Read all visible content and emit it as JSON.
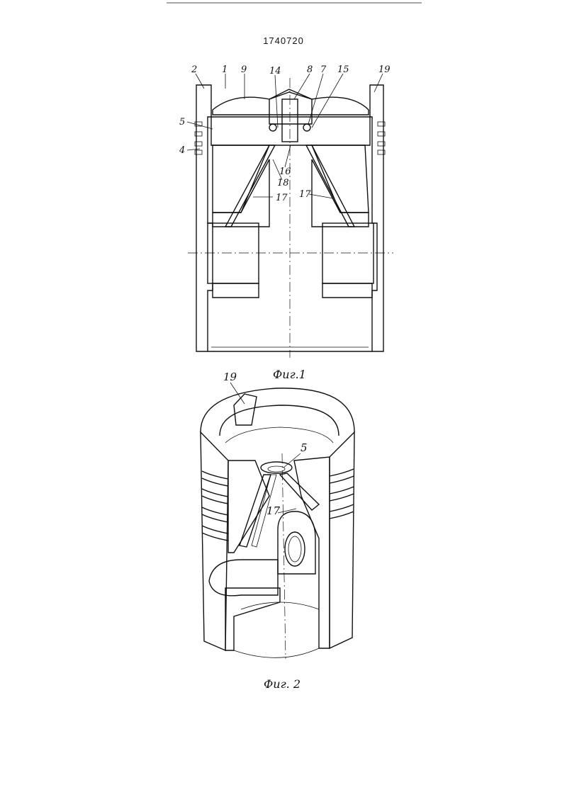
{
  "document": {
    "patent_number": "1740720"
  },
  "figure1": {
    "caption": "Фиг.1",
    "labels": {
      "l2": "2",
      "l1": "1",
      "l9": "9",
      "l14": "14",
      "l8": "8",
      "l7": "7",
      "l15": "15",
      "l19": "19",
      "l5": "5",
      "l4": "4",
      "l16": "16",
      "l18": "18",
      "l17a": "17",
      "l17b": "17"
    }
  },
  "figure2": {
    "caption": "Фиг. 2",
    "labels": {
      "l19": "19",
      "l5": "5",
      "l17": "17"
    }
  }
}
